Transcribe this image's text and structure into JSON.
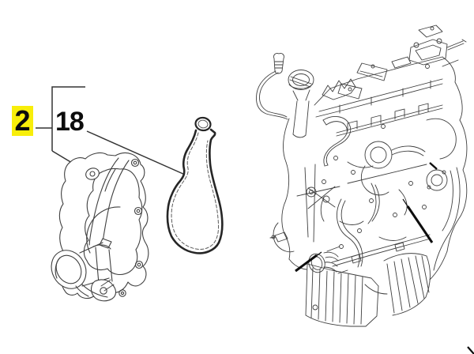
{
  "page": {
    "background_color": "#ffffff",
    "drawing_line_color": "#3f3f3f",
    "pointer_line_color": "#0d0d0d"
  },
  "callouts": {
    "selected_part": {
      "label": "2",
      "highlight_color": "#f8ee0a"
    },
    "child_part": {
      "label": "18"
    }
  },
  "figures": {
    "left_figure_parts": [
      "water-pump",
      "water-pump-gasket"
    ],
    "right_figure": "engine-assembly"
  }
}
